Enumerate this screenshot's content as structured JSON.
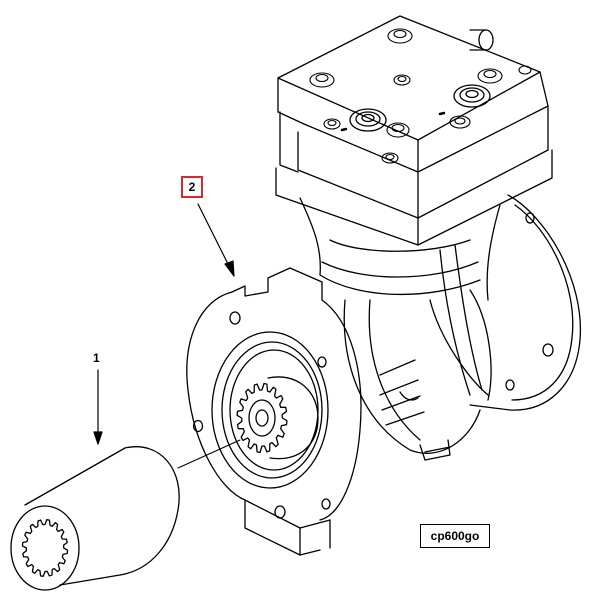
{
  "callouts": {
    "part_1": "1",
    "part_2": "2"
  },
  "drawing_code": "cp600go",
  "colors": {
    "line": "#000000",
    "highlight_box": "#d62b2b",
    "background": "#ffffff"
  }
}
